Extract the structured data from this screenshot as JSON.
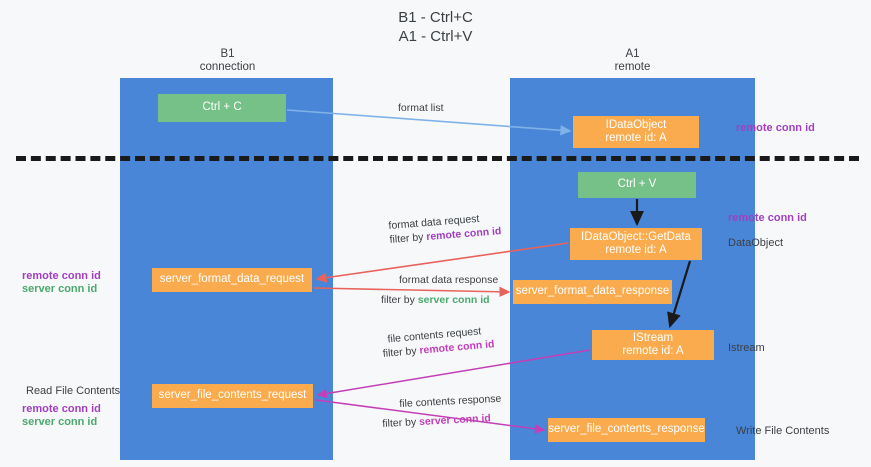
{
  "title": "B1 - Ctrl+C\nA1 - Ctrl+V",
  "colors": {
    "lane": "#4a86d8",
    "green_node": "#76c187",
    "orange_node": "#f9ab4e",
    "remote_conn": "#a23fc0",
    "server_conn": "#4aa96c",
    "file_conn": "#c23fb8",
    "blue_arrow": "#7fb3e8",
    "red_arrow": "#e8635c",
    "black_arrow": "#1a1a1a"
  },
  "lanes": [
    {
      "id": "b1",
      "title": "B1",
      "subtitle": "connection"
    },
    {
      "id": "a1",
      "title": "A1",
      "subtitle": "remote"
    }
  ],
  "nodes": {
    "ctrl_c": {
      "line1": "Ctrl + C",
      "line2": ""
    },
    "idataobject": {
      "line1": "IDataObject",
      "line2": "remote id: A"
    },
    "ctrl_v": {
      "line1": "Ctrl + V",
      "line2": ""
    },
    "getdata": {
      "line1": "IDataObject::GetData",
      "line2": "remote id: A"
    },
    "format_data_request": {
      "line1": "server_format_data_request",
      "line2": ""
    },
    "format_data_response": {
      "line1": "server_format_data_response",
      "line2": ""
    },
    "istream": {
      "line1": "IStream",
      "line2": "remote id: A"
    },
    "file_contents_request": {
      "line1": "server_file_contents_request",
      "line2": ""
    },
    "file_contents_response": {
      "line1": "server_file_contents_response",
      "line2": ""
    }
  },
  "annotations": {
    "remote_conn_id_top": "remote conn id",
    "remote_conn_id_mid": "remote conn id",
    "dataobject": "DataObject",
    "istream": "Istream",
    "write_file_contents": "Write File Contents",
    "read_file_contents": "Read File Contents",
    "left_remote_1": "remote conn id",
    "left_server_1": "server conn id",
    "left_remote_2": "remote conn id",
    "left_server_2": "server conn id"
  },
  "edge_labels": {
    "format_list": "format list",
    "format_data_request": "format data request",
    "format_data_request_filter_prefix": "filter by ",
    "format_data_request_filter_key": "remote conn id",
    "format_data_response": "format data response",
    "format_data_response_filter_prefix": "filter by ",
    "format_data_response_filter_key": "server conn id",
    "file_contents_request": "file contents request",
    "file_contents_request_filter_prefix": "filter by ",
    "file_contents_request_filter_key": "remote conn id",
    "file_contents_response": "file contents response",
    "file_contents_response_filter_prefix": "filter by ",
    "file_contents_response_filter_key": "server conn id"
  }
}
